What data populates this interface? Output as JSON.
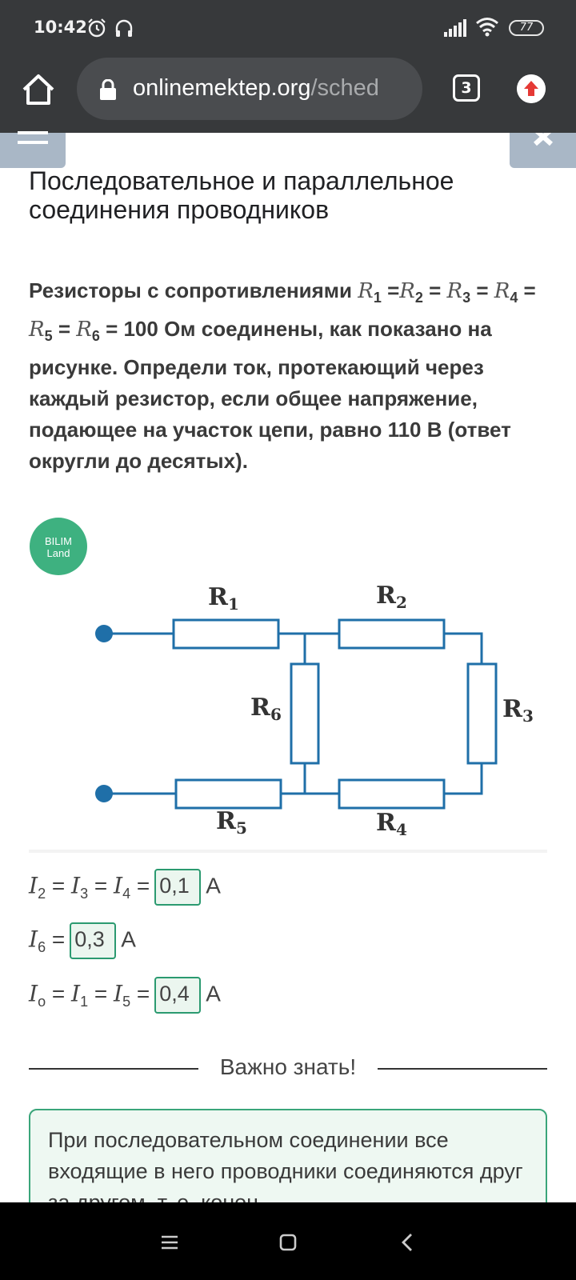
{
  "status_bar": {
    "time": "10:42",
    "battery": "77",
    "icons": [
      "alarm-icon",
      "headphones-icon",
      "signal-icon",
      "wifi-icon",
      "battery-icon"
    ]
  },
  "browser": {
    "url_host": "onlinemektep.org",
    "url_path": "/sched",
    "tab_count": "3"
  },
  "page": {
    "title": "Последовательное и параллельное соединения проводников",
    "task": {
      "intro": "Резисторы с сопротивлениями ",
      "r_symbol": "R",
      "subs": [
        "1",
        "2",
        "3",
        "4",
        "5",
        "6"
      ],
      "value": "= 100 Ом соединены, как показано на рисунке. Определи ток, протекающий через каждый резистор, если общее напряжение, подающее на участок цепи, равно 110 В (ответ округли до десятых)."
    },
    "logo": {
      "line1": "BILIM",
      "line2": "Land"
    },
    "circuit_labels": [
      "R1",
      "R2",
      "R3",
      "R4",
      "R5",
      "R6"
    ],
    "answers": [
      {
        "lhs": "I2 = I3 = I4 =",
        "value": "0,1",
        "unit": "A"
      },
      {
        "lhs": "I6 =",
        "value": "0,3",
        "unit": "A"
      },
      {
        "lhs": "Io = I1 = I5 =",
        "value": "0,4",
        "unit": "A"
      }
    ],
    "important_title": "Важно знать!",
    "info_text": "При последовательном соединении все входящие в него проводники соединяются друг за другом, т. е. конец"
  },
  "colors": {
    "circuit": "#1f6fa8",
    "accent_green": "#3aa57a",
    "topbar": "#37393b"
  }
}
